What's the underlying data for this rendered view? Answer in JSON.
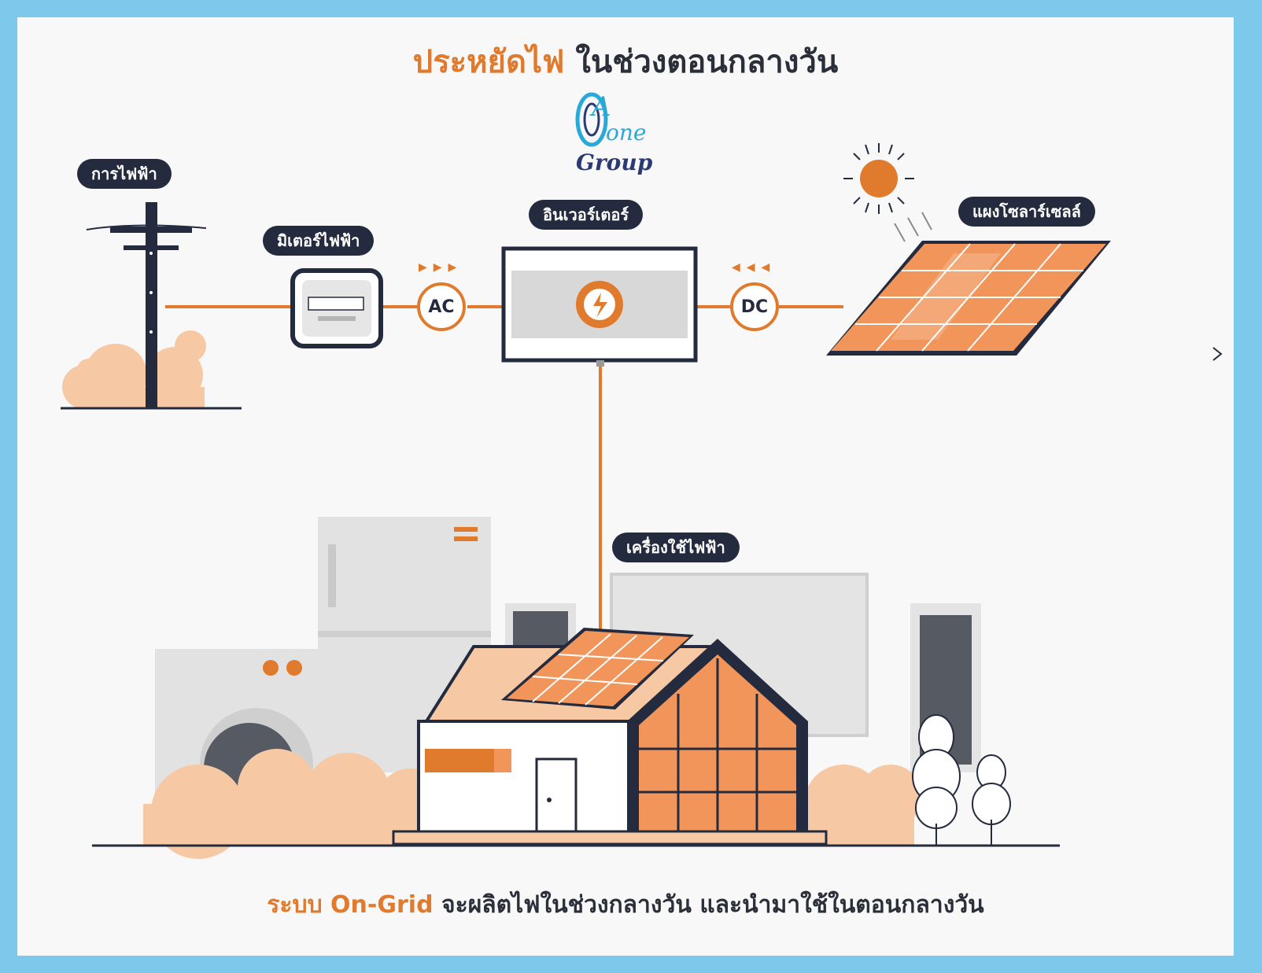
{
  "title": {
    "highlight": "ประหยัดไฟ",
    "rest": "ในช่วงตอนกลางวัน"
  },
  "logo": {
    "letter": "A",
    "word1": "one",
    "word2": "Group"
  },
  "labels": {
    "grid": "การไฟฟ้า",
    "meter": "มิเตอร์ไฟฟ้า",
    "inverter": "อินเวอร์เตอร์",
    "solar": "แผงโซลาร์เซลล์",
    "appliances": "เครื่องใช้ไฟฟ้า",
    "ac": "AC",
    "dc": "DC"
  },
  "arrows": {
    "right": "▶▶▶",
    "left": "◀◀◀"
  },
  "caption": {
    "highlight": "ระบบ On-Grid",
    "rest": "จะผลิตไฟในช่วงกลางวัน และนำมาใช้ในตอนกลางวัน"
  },
  "colors": {
    "accent": "#e07a2c",
    "navy": "#242b3e",
    "frame": "#7cc9ec",
    "peach": "#f6c9a4",
    "grey": "#dcdcdc"
  }
}
